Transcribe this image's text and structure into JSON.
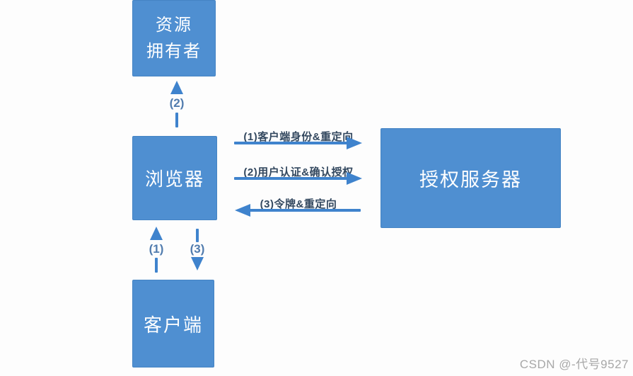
{
  "nodes": {
    "resource_owner": {
      "line1": "资源",
      "line2": "拥有者"
    },
    "browser": {
      "label": "浏览器"
    },
    "auth_server": {
      "label": "授权服务器"
    },
    "client": {
      "label": "客户端"
    }
  },
  "flows": {
    "browser_to_resource_owner": {
      "label": "(2)",
      "direction": "up"
    },
    "client_identity_redirect": {
      "label": "(1)客户端身份&重定向",
      "direction": "right"
    },
    "user_auth_confirm": {
      "label": "(2)用户认证&确认授权",
      "direction": "right"
    },
    "token_redirect": {
      "label": "(3)令牌&重定向",
      "direction": "left"
    },
    "client_to_browser": {
      "label": "(1)",
      "direction": "up"
    },
    "browser_to_client": {
      "label": "(3)",
      "direction": "down"
    }
  },
  "watermark": {
    "text": "CSDN @-代号9527"
  },
  "colors": {
    "page_bg": "#fdfdfd",
    "box_fill": "#4f8fd1",
    "box_border": "#4584c4",
    "box_text": "#ffffff",
    "arrow": "#3f83cd",
    "flow_label": "#33485f",
    "step_label": "#517cae",
    "watermark": "#a8a8a8"
  }
}
